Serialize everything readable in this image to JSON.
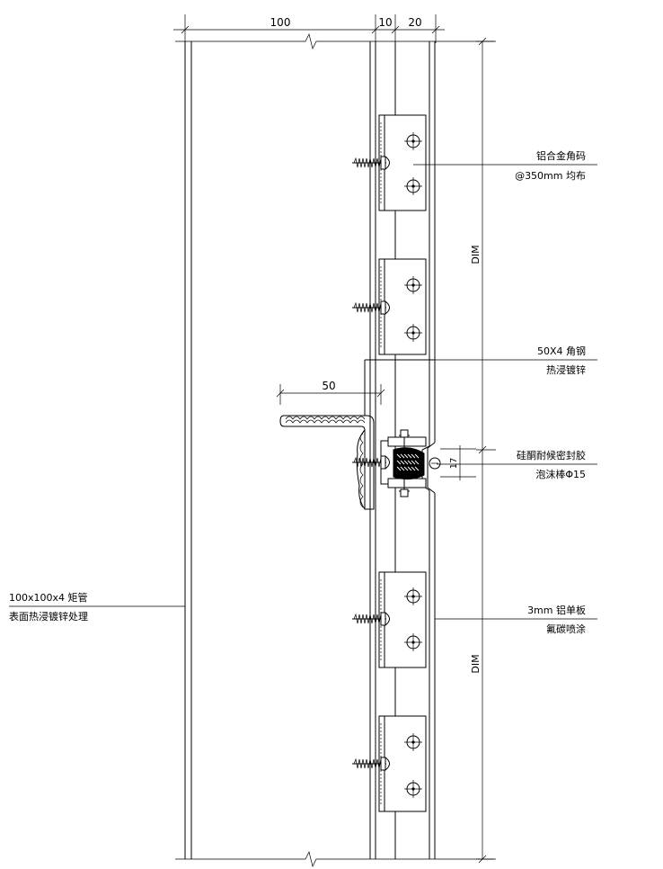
{
  "dimensions": {
    "top_tube_width": "100",
    "top_gap": "10",
    "top_panel": "20",
    "angle_leg": "50",
    "joint_gap": "17",
    "vertical_upper": "DIM",
    "vertical_lower": "DIM"
  },
  "labels": {
    "corner_bracket_line1": "铝合金角码",
    "corner_bracket_line2": "@350mm 均布",
    "angle_steel_line1": "50X4 角钢",
    "angle_steel_line2": "热浸镀锌",
    "sealant_line1": "硅酮耐候密封胶",
    "sealant_line2": "泡沫棒Φ15",
    "panel_line1": "3mm 铝单板",
    "panel_line2": "氟碳喷涂",
    "tube_line1": "100x100x4 矩管",
    "tube_line2": "表面热浸镀锌处理"
  },
  "colors": {
    "line": "#000000",
    "background": "#ffffff"
  }
}
